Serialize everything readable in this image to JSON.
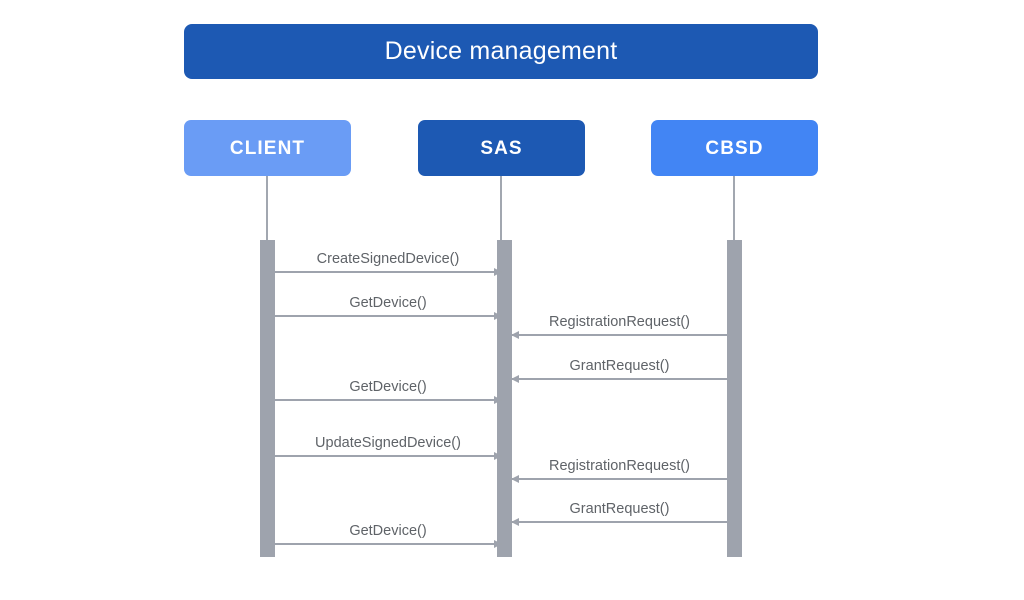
{
  "diagram": {
    "type": "sequence-diagram",
    "title": "Device management",
    "colors": {
      "title_bar": "#1d59b3",
      "client_box": "#6a9cf5",
      "sas_box": "#1d59b3",
      "cbsd_box": "#4285f4",
      "activation_bar": "#9ea3ad",
      "message_line": "#9ea3ad",
      "message_text": "#5f6368",
      "background": "#ffffff"
    },
    "participants": [
      {
        "id": "client",
        "label": "CLIENT"
      },
      {
        "id": "sas",
        "label": "SAS"
      },
      {
        "id": "cbsd",
        "label": "CBSD"
      }
    ],
    "messages": [
      {
        "index": 1,
        "label": "CreateSignedDevice()",
        "from": "client",
        "to": "sas",
        "direction": "right"
      },
      {
        "index": 2,
        "label": "GetDevice()",
        "from": "client",
        "to": "sas",
        "direction": "right"
      },
      {
        "index": 3,
        "label": "RegistrationRequest()",
        "from": "cbsd",
        "to": "sas",
        "direction": "left"
      },
      {
        "index": 4,
        "label": "GrantRequest()",
        "from": "cbsd",
        "to": "sas",
        "direction": "left"
      },
      {
        "index": 5,
        "label": "GetDevice()",
        "from": "client",
        "to": "sas",
        "direction": "right"
      },
      {
        "index": 6,
        "label": "UpdateSignedDevice()",
        "from": "client",
        "to": "sas",
        "direction": "right"
      },
      {
        "index": 7,
        "label": "RegistrationRequest()",
        "from": "cbsd",
        "to": "sas",
        "direction": "left"
      },
      {
        "index": 8,
        "label": "GrantRequest()",
        "from": "cbsd",
        "to": "sas",
        "direction": "left"
      },
      {
        "index": 9,
        "label": "GetDevice()",
        "from": "client",
        "to": "sas",
        "direction": "right"
      }
    ]
  }
}
